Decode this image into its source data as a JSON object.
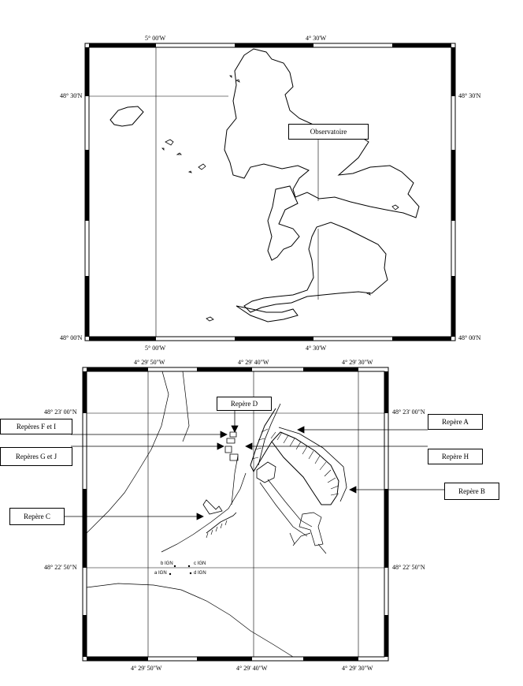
{
  "map1": {
    "top_labels": [
      "5° 00'W",
      "4° 30'W"
    ],
    "bottom_labels": [
      "5° 00'W",
      "4° 30'W"
    ],
    "left_labels": [
      "48° 30'N",
      "48° 00'N"
    ],
    "right_labels": [
      "48° 30'N",
      "48° 00'N"
    ],
    "callout": "Observatoire"
  },
  "map2": {
    "top_labels": [
      "4° 29' 50\"W",
      "4° 29' 40\"W",
      "4° 29' 30\"W"
    ],
    "bottom_labels": [
      "4° 29' 50\"W",
      "4° 29' 40\"W",
      "4° 29' 30\"W"
    ],
    "left_labels": [
      "48° 23' 00\"N",
      "48° 22' 50\"N"
    ],
    "right_labels": [
      "48° 23' 00\"N",
      "48° 22' 50\"N"
    ],
    "callouts": {
      "d": "Repère D",
      "fi": "Repères F et I",
      "gj": "Repères G et J",
      "a": "Repère A",
      "h": "Repère H",
      "b": "Repère B",
      "c": "Repère C"
    },
    "ign": {
      "a": "a IGN",
      "b": "b IGN",
      "c": "c IGN",
      "d": "d IGN"
    }
  }
}
